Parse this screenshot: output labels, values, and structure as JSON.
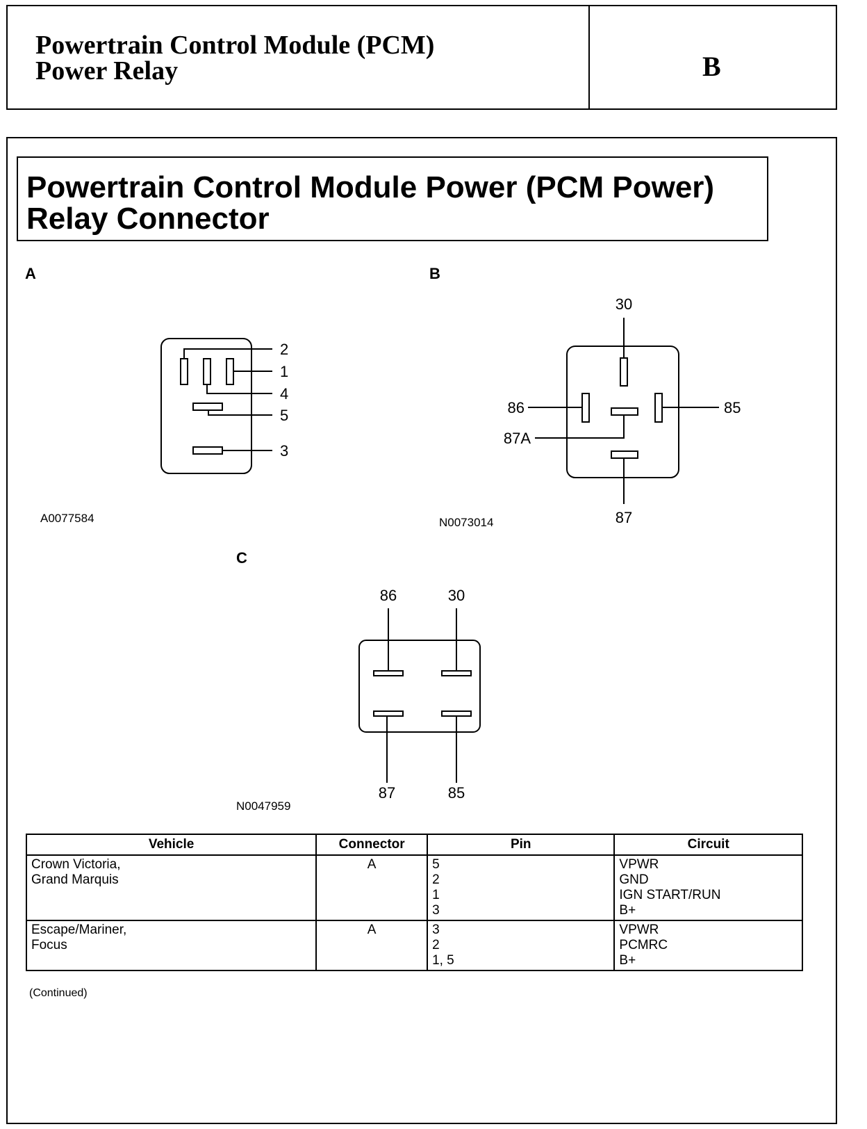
{
  "header": {
    "title_lines": [
      "Powertrain Control Module (PCM)",
      "Power Relay"
    ],
    "section_letter": "B"
  },
  "section": {
    "title_lines": [
      "Powertrain Control Module Power (PCM Power)",
      "Relay Connector"
    ]
  },
  "diagrams": {
    "a": {
      "label": "A",
      "id": "A0077584",
      "pins": [
        "2",
        "1",
        "4",
        "5",
        "3"
      ]
    },
    "b": {
      "label": "B",
      "id": "N0073014",
      "pins": [
        "30",
        "86",
        "85",
        "87A",
        "87"
      ]
    },
    "c": {
      "label": "C",
      "id": "N0047959",
      "pins": [
        "86",
        "30",
        "87",
        "85"
      ]
    }
  },
  "table": {
    "columns": [
      "Vehicle",
      "Connector",
      "Pin",
      "Circuit"
    ],
    "rows": [
      {
        "vehicle": [
          "Crown Victoria,",
          "Grand Marquis"
        ],
        "connector": "A",
        "pins": [
          "5",
          "2",
          "1",
          "3"
        ],
        "circuits": [
          "VPWR",
          "GND",
          "IGN START/RUN",
          "B+"
        ]
      },
      {
        "vehicle": [
          "Escape/Mariner,",
          "Focus"
        ],
        "connector": "A",
        "pins": [
          "3",
          "2",
          "1, 5"
        ],
        "circuits": [
          "VPWR",
          "PCMRC",
          "B+"
        ]
      }
    ],
    "footnote": "(Continued)"
  }
}
